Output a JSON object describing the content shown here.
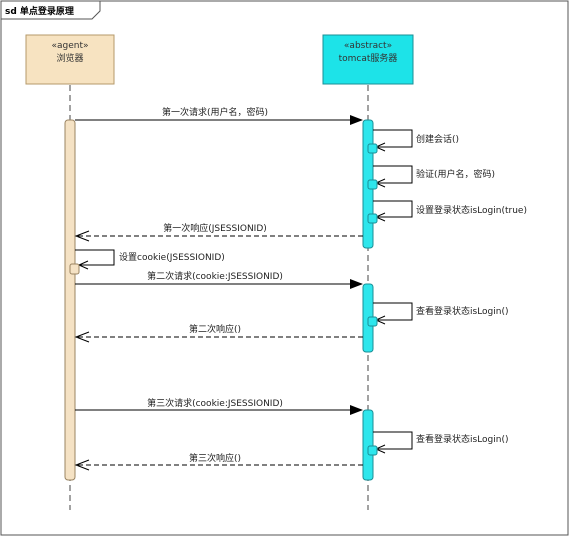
{
  "frame_title": "sd 单点登录原理",
  "lifelines": {
    "browser": {
      "stereotype": "«agent»",
      "name": "浏览器"
    },
    "server": {
      "stereotype": "«abstract»",
      "name": "tomcat服务器"
    }
  },
  "messages": [
    {
      "label": "第一次请求(用户名，密码)",
      "kind": "call"
    },
    {
      "label": "创建会话()",
      "kind": "self"
    },
    {
      "label": "验证(用户名，密码)",
      "kind": "self"
    },
    {
      "label": "设置登录状态isLogin(true)",
      "kind": "self"
    },
    {
      "label": "第一次响应(JSESSIONID)",
      "kind": "reply"
    },
    {
      "label": "设置cookie(JSESSIONID)",
      "kind": "self"
    },
    {
      "label": "第二次请求(cookie:JSESSIONID)",
      "kind": "call"
    },
    {
      "label": "查看登录状态isLogin()",
      "kind": "self"
    },
    {
      "label": "第二次响应()",
      "kind": "reply"
    },
    {
      "label": "第三次请求(cookie:JSESSIONID)",
      "kind": "call"
    },
    {
      "label": "查看登录状态isLogin()",
      "kind": "self"
    },
    {
      "label": "第三次响应()",
      "kind": "reply"
    }
  ],
  "colors": {
    "browser_fill": "#f7e3c1",
    "browser_border": "#b59a6a",
    "server_fill": "#1de3e8",
    "server_border": "#1a8f96",
    "activation_browser": "#f5e2c4",
    "activation_server": "#2ee6ec"
  }
}
